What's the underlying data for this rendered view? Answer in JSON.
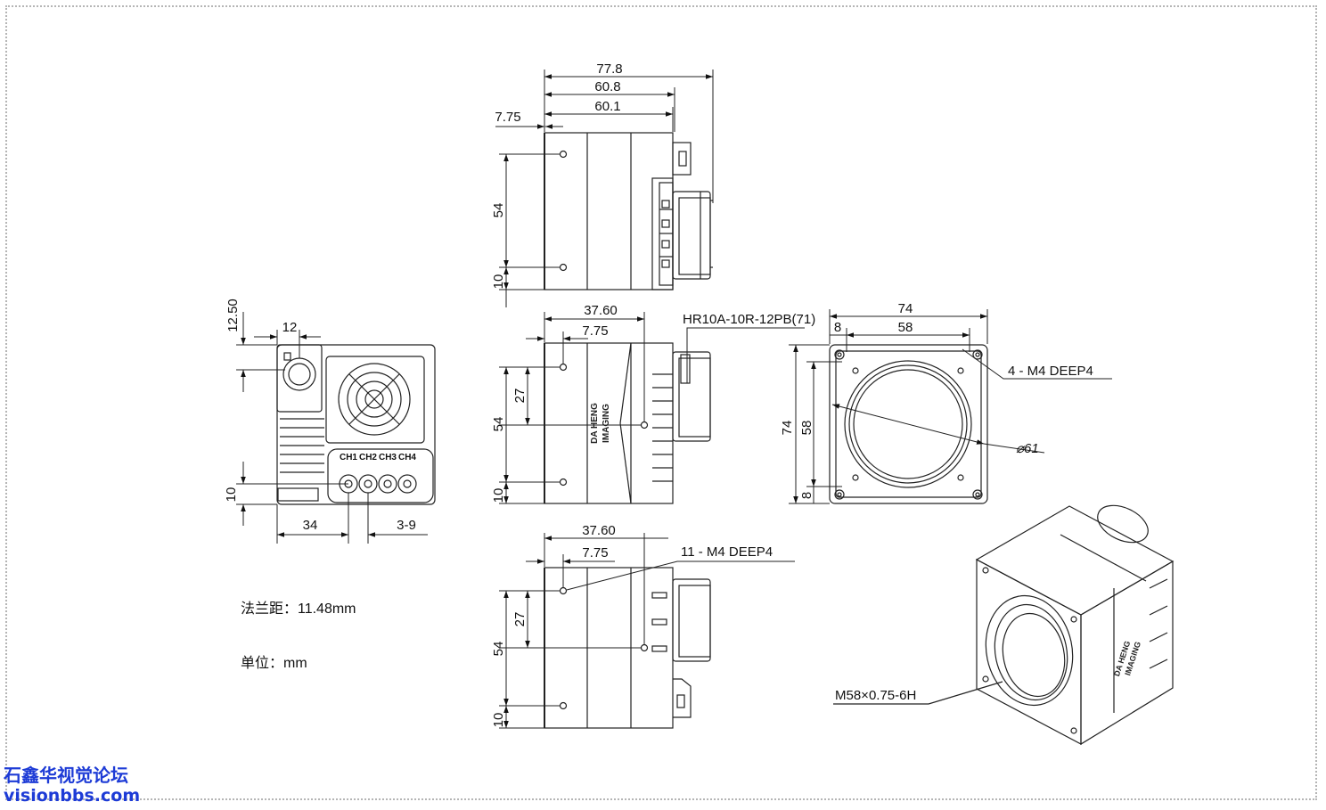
{
  "labels": {
    "top": {
      "d778": "77.8",
      "d608": "60.8",
      "d601": "60.1",
      "d775": "7.75",
      "d54": "54",
      "d10": "10"
    },
    "mid": {
      "d3760": "37.60",
      "d775": "7.75",
      "d27": "27",
      "d54": "54",
      "d10": "10",
      "connector": "HR10A-10R-12PB(71)"
    },
    "bot": {
      "d3760": "37.60",
      "d775": "7.75",
      "d27": "27",
      "d54": "54",
      "d10": "10",
      "holes": "11 - M4 DEEP4"
    },
    "back": {
      "d1250": "12.50",
      "d12": "12",
      "d10": "10",
      "d34": "34",
      "d39": "3-9",
      "ch1": "CH1",
      "ch2": "CH2",
      "ch3": "CH3",
      "ch4": "CH4"
    },
    "front": {
      "d74w": "74",
      "d8w": "8",
      "d58w": "58",
      "d74h": "74",
      "d58h": "58",
      "d8h": "8",
      "holes": "4 - M4 DEEP4",
      "dia": "⌀61"
    },
    "iso": {
      "mount": "M58×0.75-6H"
    },
    "logo": {
      "line1": "DA HENG",
      "line2": "IMAGING"
    }
  },
  "notes": {
    "flange": "法兰距：11.48mm",
    "unit": "单位：mm"
  },
  "watermark": {
    "line1": "石鑫华视觉论坛",
    "line2": "visionbbs.com"
  }
}
